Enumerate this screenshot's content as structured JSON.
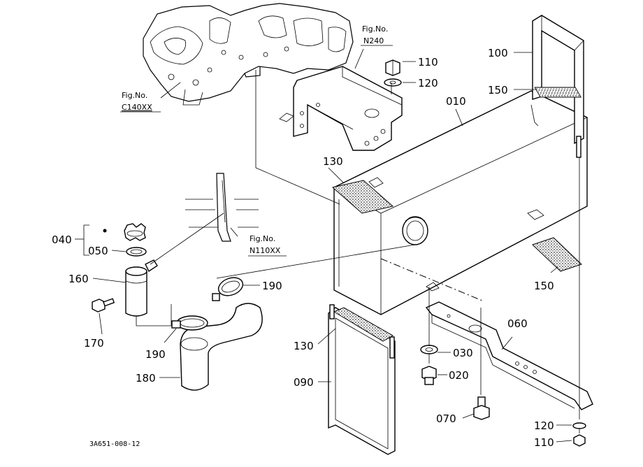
{
  "figure_refs": {
    "c140": {
      "line1": "Fig.No.",
      "line2": "C140XX"
    },
    "n240": {
      "line1": "Fig.No.",
      "line2": "N240"
    },
    "n110": {
      "line1": "Fig.No.",
      "line2": "N110XX"
    }
  },
  "parts": {
    "p010": "010",
    "p020": "020",
    "p030": "030",
    "p040": "040",
    "p050": "050",
    "p060": "060",
    "p070": "070",
    "p090": "090",
    "p100": "100",
    "p110": "110",
    "p120": "120",
    "p130": "130",
    "p150": "150",
    "p160": "160",
    "p170": "170",
    "p180": "180",
    "p190": "190"
  },
  "drawing_code": "3A651-008-12"
}
